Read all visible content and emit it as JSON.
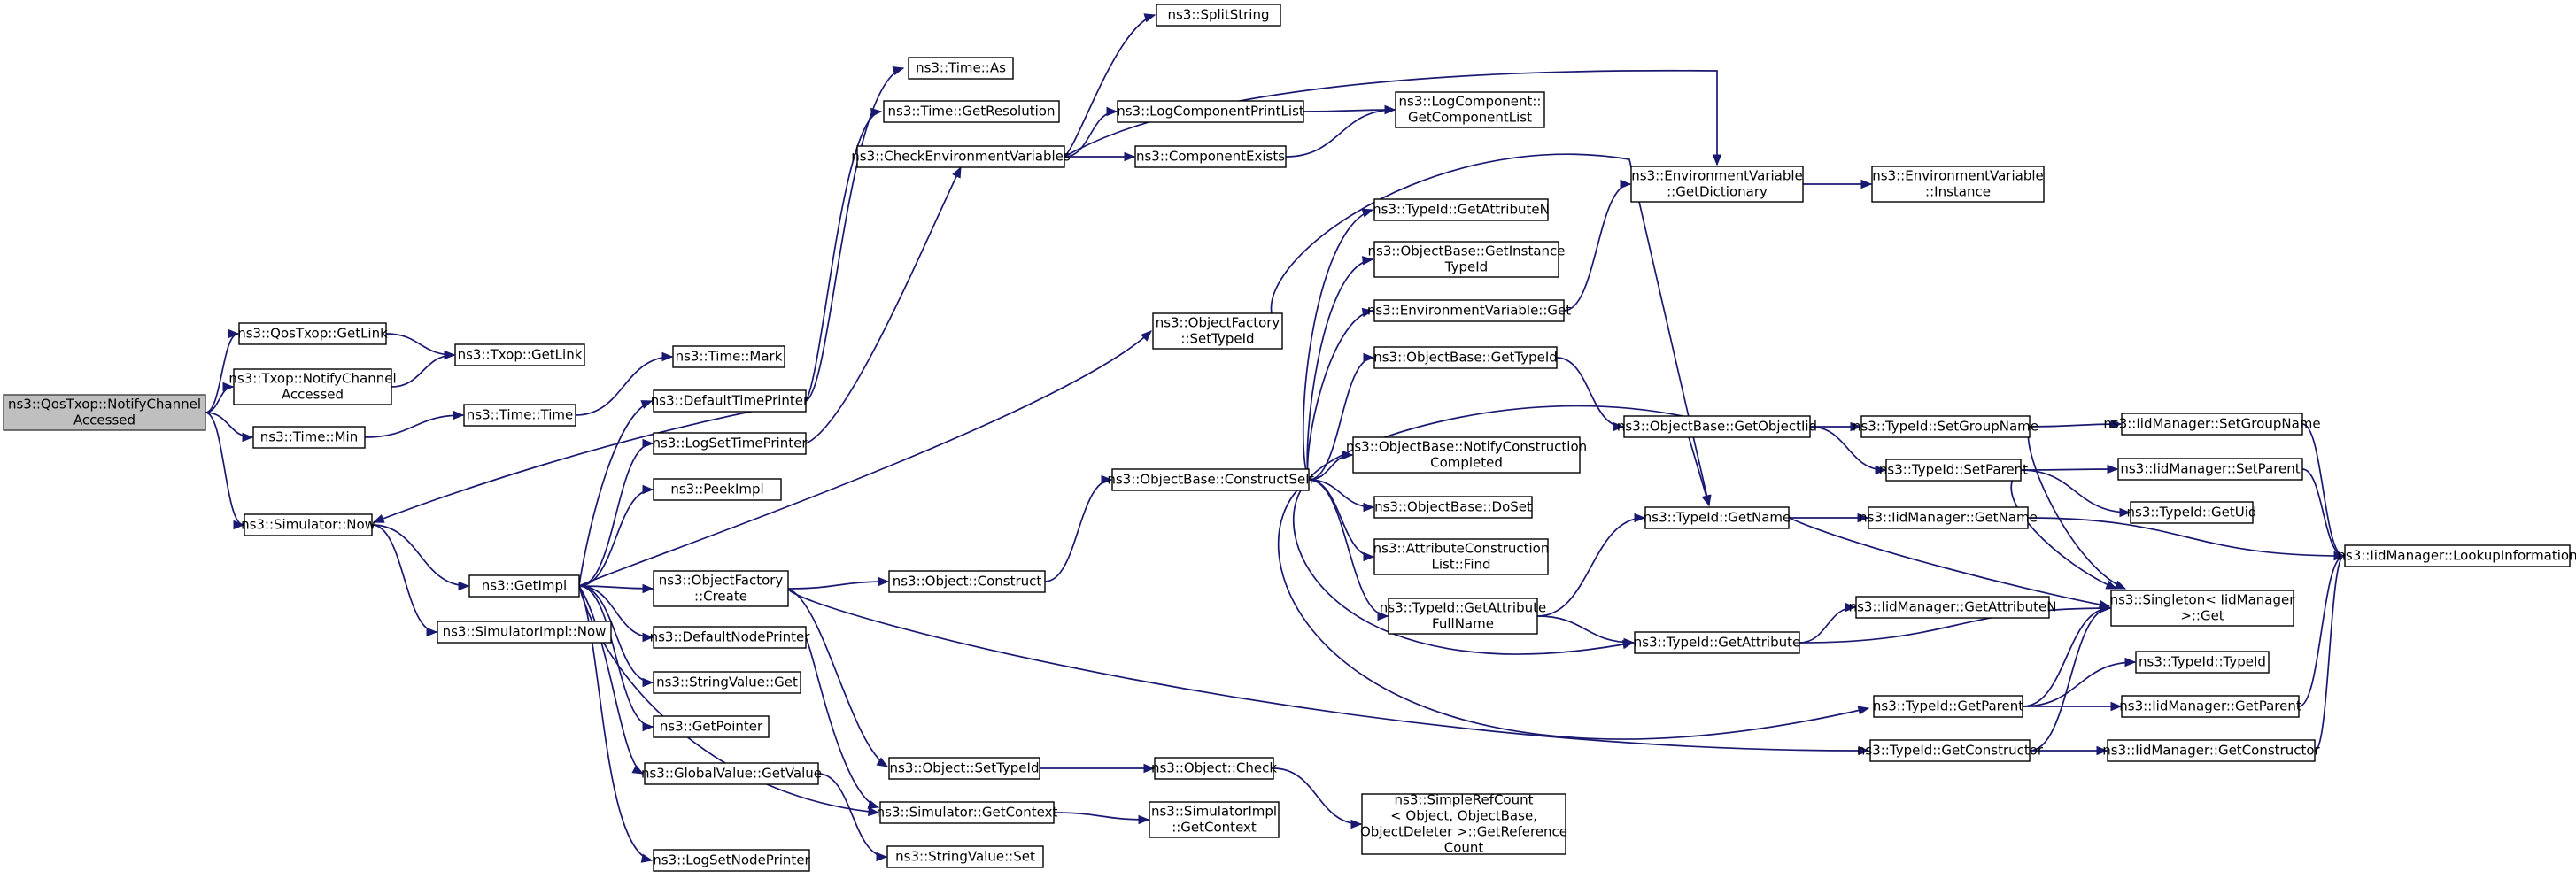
{
  "nodes": [
    {
      "id": "n0",
      "lines": [
        "ns3::QosTxop::NotifyChannel",
        "Accessed"
      ]
    },
    {
      "id": "n1",
      "lines": [
        "ns3::QosTxop::GetLink"
      ]
    },
    {
      "id": "n2",
      "lines": [
        "ns3::Txop::NotifyChannel",
        "Accessed"
      ]
    },
    {
      "id": "n3",
      "lines": [
        "ns3::Time::Min"
      ]
    },
    {
      "id": "n4",
      "lines": [
        "ns3::Simulator::Now"
      ]
    },
    {
      "id": "n5",
      "lines": [
        "ns3::Txop::GetLink"
      ]
    },
    {
      "id": "n6",
      "lines": [
        "ns3::Time::Time"
      ]
    },
    {
      "id": "n7",
      "lines": [
        "ns3::Time::Mark"
      ]
    },
    {
      "id": "n8",
      "lines": [
        "ns3::GetImpl"
      ]
    },
    {
      "id": "n9",
      "lines": [
        "ns3::SimulatorImpl::Now"
      ]
    },
    {
      "id": "n10",
      "lines": [
        "ns3::DefaultTimePrinter"
      ]
    },
    {
      "id": "n11",
      "lines": [
        "ns3::LogSetTimePrinter"
      ]
    },
    {
      "id": "n12",
      "lines": [
        "ns3::PeekImpl"
      ]
    },
    {
      "id": "n13",
      "lines": [
        "ns3::ObjectFactory",
        "::Create"
      ]
    },
    {
      "id": "n14",
      "lines": [
        "ns3::DefaultNodePrinter"
      ]
    },
    {
      "id": "n15",
      "lines": [
        "ns3::StringValue::Get"
      ]
    },
    {
      "id": "n16",
      "lines": [
        "ns3::GetPointer"
      ]
    },
    {
      "id": "n17",
      "lines": [
        "ns3::GlobalValue::GetValue"
      ]
    },
    {
      "id": "n18",
      "lines": [
        "ns3::LogSetNodePrinter"
      ]
    },
    {
      "id": "n19",
      "lines": [
        "ns3::Time::As"
      ]
    },
    {
      "id": "n20",
      "lines": [
        "ns3::Time::GetResolution"
      ]
    },
    {
      "id": "n21",
      "lines": [
        "ns3::CheckEnvironmentVariables"
      ]
    },
    {
      "id": "n22",
      "lines": [
        "ns3::ObjectFactory",
        "::SetTypeId"
      ]
    },
    {
      "id": "n23",
      "lines": [
        "ns3::Object::Construct"
      ]
    },
    {
      "id": "n24",
      "lines": [
        "ns3::Object::SetTypeId"
      ]
    },
    {
      "id": "n25",
      "lines": [
        "ns3::Simulator::GetContext"
      ]
    },
    {
      "id": "n26",
      "lines": [
        "ns3::StringValue::Set"
      ]
    },
    {
      "id": "n27",
      "lines": [
        "ns3::SplitString"
      ]
    },
    {
      "id": "n28",
      "lines": [
        "ns3::LogComponentPrintList"
      ]
    },
    {
      "id": "n29",
      "lines": [
        "ns3::ComponentExists"
      ]
    },
    {
      "id": "n30",
      "lines": [
        "ns3::ObjectBase::ConstructSelf"
      ]
    },
    {
      "id": "n31",
      "lines": [
        "ns3::Object::Check"
      ]
    },
    {
      "id": "n32",
      "lines": [
        "ns3::SimulatorImpl",
        "::GetContext"
      ]
    },
    {
      "id": "n33",
      "lines": [
        "ns3::LogComponent::",
        "GetComponentList"
      ]
    },
    {
      "id": "n34",
      "lines": [
        "ns3::TypeId::GetAttributeN"
      ]
    },
    {
      "id": "n35",
      "lines": [
        "ns3::ObjectBase::GetInstance",
        "TypeId"
      ]
    },
    {
      "id": "n36",
      "lines": [
        "ns3::EnvironmentVariable::Get"
      ]
    },
    {
      "id": "n37",
      "lines": [
        "ns3::ObjectBase::GetTypeId"
      ]
    },
    {
      "id": "n38",
      "lines": [
        "ns3::ObjectBase::NotifyConstruction",
        "Completed"
      ]
    },
    {
      "id": "n39",
      "lines": [
        "ns3::ObjectBase::DoSet"
      ]
    },
    {
      "id": "n40",
      "lines": [
        "ns3::AttributeConstruction",
        "List::Find"
      ]
    },
    {
      "id": "n41",
      "lines": [
        "ns3::TypeId::GetAttribute",
        "FullName"
      ]
    },
    {
      "id": "n42",
      "lines": [
        "ns3::SimpleRefCount",
        "< Object, ObjectBase,",
        "ObjectDeleter >::GetReference",
        "Count"
      ]
    },
    {
      "id": "n43",
      "lines": [
        "ns3::EnvironmentVariable",
        "::GetDictionary"
      ]
    },
    {
      "id": "n44",
      "lines": [
        "ns3::ObjectBase::GetObjectIid"
      ]
    },
    {
      "id": "n45",
      "lines": [
        "ns3::TypeId::GetName"
      ]
    },
    {
      "id": "n46",
      "lines": [
        "ns3::TypeId::GetAttribute"
      ]
    },
    {
      "id": "n47",
      "lines": [
        "ns3::TypeId::GetParent"
      ]
    },
    {
      "id": "n48",
      "lines": [
        "ns3::TypeId::GetConstructor"
      ]
    },
    {
      "id": "n49",
      "lines": [
        "ns3::EnvironmentVariable",
        "::Instance"
      ]
    },
    {
      "id": "n50",
      "lines": [
        "ns3::TypeId::SetGroupName"
      ]
    },
    {
      "id": "n51",
      "lines": [
        "ns3::TypeId::SetParent"
      ]
    },
    {
      "id": "n52",
      "lines": [
        "ns3::IidManager::GetName"
      ]
    },
    {
      "id": "n53",
      "lines": [
        "ns3::IidManager::GetAttributeN"
      ]
    },
    {
      "id": "n54",
      "lines": [
        "ns3::IidManager::SetGroupName"
      ]
    },
    {
      "id": "n55",
      "lines": [
        "ns3::IidManager::SetParent"
      ]
    },
    {
      "id": "n56",
      "lines": [
        "ns3::TypeId::GetUid"
      ]
    },
    {
      "id": "n57",
      "lines": [
        "ns3::Singleton< IidManager",
        ">::Get"
      ]
    },
    {
      "id": "n58",
      "lines": [
        "ns3::TypeId::TypeId"
      ]
    },
    {
      "id": "n59",
      "lines": [
        "ns3::IidManager::GetParent"
      ]
    },
    {
      "id": "n60",
      "lines": [
        "ns3::IidManager::GetConstructor"
      ]
    },
    {
      "id": "n61",
      "lines": [
        "ns3::IidManager::LookupInformation"
      ]
    }
  ],
  "edges": [
    [
      "n0",
      "n1"
    ],
    [
      "n0",
      "n2"
    ],
    [
      "n0",
      "n3"
    ],
    [
      "n0",
      "n4"
    ],
    [
      "n1",
      "n5"
    ],
    [
      "n2",
      "n5"
    ],
    [
      "n3",
      "n6"
    ],
    [
      "n6",
      "n7"
    ],
    [
      "n4",
      "n8"
    ],
    [
      "n4",
      "n9"
    ],
    [
      "n8",
      "n10"
    ],
    [
      "n8",
      "n11"
    ],
    [
      "n8",
      "n12"
    ],
    [
      "n8",
      "n13"
    ],
    [
      "n8",
      "n14"
    ],
    [
      "n8",
      "n15"
    ],
    [
      "n8",
      "n16"
    ],
    [
      "n8",
      "n17"
    ],
    [
      "n8",
      "n18"
    ],
    [
      "n8",
      "n22"
    ],
    [
      "n8",
      "n25"
    ],
    [
      "n10",
      "n4"
    ],
    [
      "n10",
      "n19"
    ],
    [
      "n10",
      "n20"
    ],
    [
      "n11",
      "n21"
    ],
    [
      "n13",
      "n23"
    ],
    [
      "n13",
      "n24"
    ],
    [
      "n13",
      "n48"
    ],
    [
      "n14",
      "n25"
    ],
    [
      "n17",
      "n26"
    ],
    [
      "n21",
      "n27"
    ],
    [
      "n21",
      "n28"
    ],
    [
      "n21",
      "n29"
    ],
    [
      "n21",
      "n43"
    ],
    [
      "n28",
      "n33"
    ],
    [
      "n29",
      "n33"
    ],
    [
      "n22",
      "n45"
    ],
    [
      "n23",
      "n30"
    ],
    [
      "n30",
      "n34"
    ],
    [
      "n30",
      "n35"
    ],
    [
      "n30",
      "n36"
    ],
    [
      "n30",
      "n37"
    ],
    [
      "n30",
      "n38"
    ],
    [
      "n30",
      "n39"
    ],
    [
      "n30",
      "n40"
    ],
    [
      "n30",
      "n41"
    ],
    [
      "n30",
      "n45"
    ],
    [
      "n30",
      "n46"
    ],
    [
      "n30",
      "n47"
    ],
    [
      "n36",
      "n43"
    ],
    [
      "n37",
      "n44"
    ],
    [
      "n41",
      "n45"
    ],
    [
      "n41",
      "n46"
    ],
    [
      "n24",
      "n31"
    ],
    [
      "n31",
      "n42"
    ],
    [
      "n25",
      "n32"
    ],
    [
      "n43",
      "n49"
    ],
    [
      "n44",
      "n50"
    ],
    [
      "n44",
      "n51"
    ],
    [
      "n45",
      "n52"
    ],
    [
      "n45",
      "n57"
    ],
    [
      "n46",
      "n53"
    ],
    [
      "n46",
      "n57"
    ],
    [
      "n47",
      "n57"
    ],
    [
      "n47",
      "n58"
    ],
    [
      "n47",
      "n59"
    ],
    [
      "n48",
      "n57"
    ],
    [
      "n48",
      "n60"
    ],
    [
      "n50",
      "n54"
    ],
    [
      "n50",
      "n57"
    ],
    [
      "n51",
      "n55"
    ],
    [
      "n51",
      "n56"
    ],
    [
      "n51",
      "n57"
    ],
    [
      "n52",
      "n61"
    ],
    [
      "n54",
      "n61"
    ],
    [
      "n55",
      "n61"
    ],
    [
      "n59",
      "n61"
    ],
    [
      "n60",
      "n61"
    ]
  ]
}
